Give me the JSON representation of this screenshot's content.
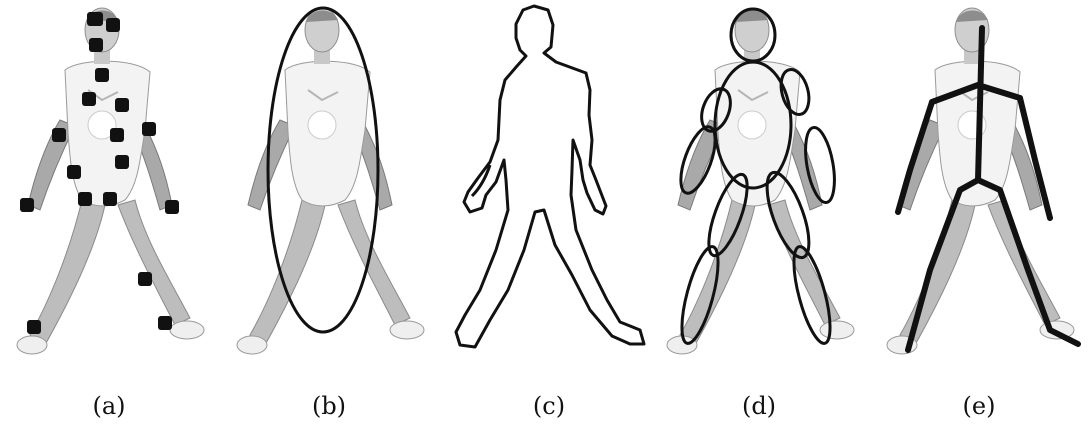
{
  "panels": [
    {
      "id": "a",
      "caption": "(a)",
      "representation": "point-markers"
    },
    {
      "id": "b",
      "caption": "(b)",
      "representation": "ellipse"
    },
    {
      "id": "c",
      "caption": "(c)",
      "representation": "silhouette-outline"
    },
    {
      "id": "d",
      "caption": "(d)",
      "representation": "body-part-ellipses"
    },
    {
      "id": "e",
      "caption": "(e)",
      "representation": "skeleton-lines"
    }
  ],
  "colors": {
    "background": "#ffffff",
    "ink": "#111111",
    "figure_fill": "#d9d9d9",
    "figure_shade": "#a6a6a6",
    "shirt": "#f2f2f2"
  }
}
